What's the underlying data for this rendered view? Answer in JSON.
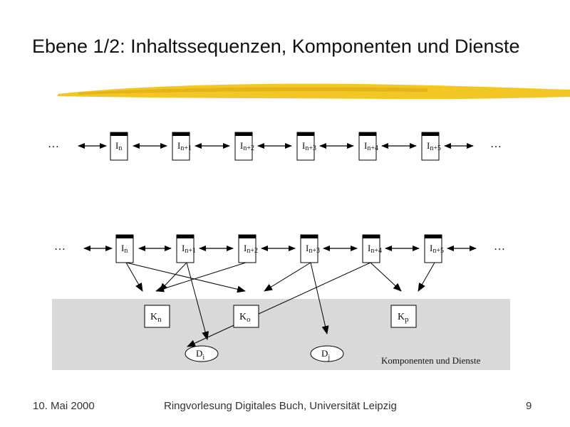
{
  "slide": {
    "title": "Ebene 1/2: Inhaltssequenzen, Komponenten und Dienste",
    "accent_color": "#f0c020"
  },
  "diagram": {
    "ellipsis": "…",
    "top_row": [
      "n",
      "n+1",
      "n+2",
      "n+3",
      "n+4",
      "n+5"
    ],
    "bottom_row": [
      "n",
      "n+1",
      "n+2",
      "n+3",
      "n+4",
      "n+5"
    ],
    "components": [
      "n",
      "o",
      "p"
    ],
    "services": [
      "i",
      "j"
    ],
    "item_letter": "I",
    "component_letter": "K",
    "service_letter": "D",
    "area_label": "Komponenten und Dienste",
    "area_color": "#d9d9d9"
  },
  "footer": {
    "date": "10. Mai 2000",
    "center": "Ringvorlesung Digitales Buch, Universität Leipzig",
    "page": "9"
  }
}
